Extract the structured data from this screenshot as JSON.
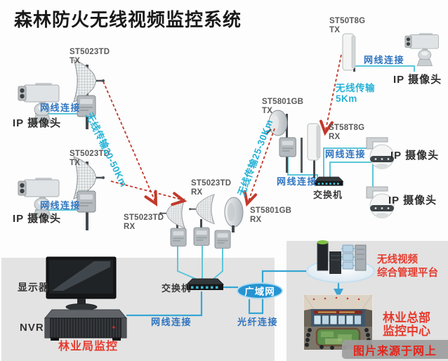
{
  "title": "森林防火无线视频监控系统",
  "devices": {
    "st5023td_tx": "ST5023TD\nTX",
    "st5023td_rx": "ST5023TD\nRX",
    "st5801gb_tx": "ST5801GB\nTX",
    "st5801gb_rx": "ST5801GB\nRX",
    "st50t8g_tx": "ST50T8G\nTX",
    "st58t8g_rx": "ST58T8G\nRX",
    "ip_camera": "IP 摄像头",
    "switch": "交换机",
    "monitor": "显示器",
    "nvr": "NVR",
    "wan": "广域网"
  },
  "links": {
    "ethernet": "网线连接",
    "fiber": "光纤连接",
    "wireless_30_50km": "无线传输30-50Km",
    "wireless_25_30km": "无线传输25-30Km",
    "wireless_5km": "无线传输\n5Km"
  },
  "sites": {
    "bureau": "林业局监控",
    "platform": "无线视频\n综合管理平台",
    "headquarters": "林业总部\n监控中心"
  },
  "watermark": "图片来源于网上",
  "colors": {
    "accent_red": "#e63b2e",
    "dashed_wireless_red": "#c2392b",
    "label_blue": "#2e74c0",
    "label_cyan": "#25b2d6",
    "cable_cyan": "#5cc6da",
    "wan_fill": "#2694d2",
    "panel_gray": "#e3e3e3"
  }
}
